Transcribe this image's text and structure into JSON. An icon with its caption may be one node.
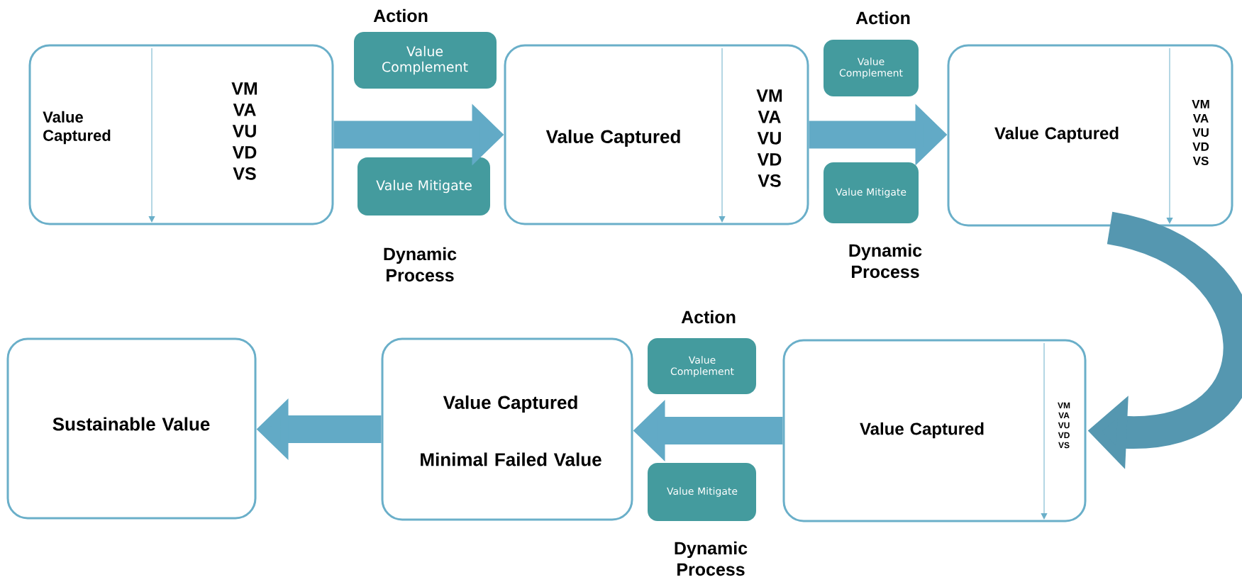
{
  "diagram": {
    "nodes": [
      {
        "text": [
          "Value Captured",
          "VM VA VU VD VS"
        ]
      },
      {
        "text": [
          "Value Complement"
        ]
      },
      {
        "text": [
          "Value Mitigate"
        ]
      },
      {
        "text": [
          "Value Captured",
          "VM VA VU VD VS"
        ]
      },
      {
        "text": [
          "Value Complement"
        ]
      },
      {
        "text": [
          "Value Mitigate"
        ]
      },
      {
        "text": [
          "Value Captured",
          "VM VA VU VD VS"
        ]
      },
      {
        "text": [
          "Sustainable Value"
        ]
      },
      {
        "text": [
          "Value Captured",
          "Minimal Failed Value"
        ]
      },
      {
        "text": [
          "Value Complement"
        ]
      },
      {
        "text": [
          "Value Mitigate"
        ]
      },
      {
        "text": [
          "Value Captured",
          "VM VA VU VD VS"
        ]
      }
    ],
    "edges": [
      {
        "from": 0,
        "to": 3,
        "arrow": "to"
      },
      {
        "from": 3,
        "to": 6,
        "arrow": "to"
      },
      {
        "from": 6,
        "to": 11,
        "arrow": "to"
      },
      {
        "from": 11,
        "to": 8,
        "arrow": "to"
      },
      {
        "from": 8,
        "to": 7,
        "arrow": "to"
      }
    ],
    "labels": [
      "Action",
      "Action",
      "Dynamic Process",
      "Dynamic Process",
      "Action",
      "Dynamic Process"
    ]
  }
}
